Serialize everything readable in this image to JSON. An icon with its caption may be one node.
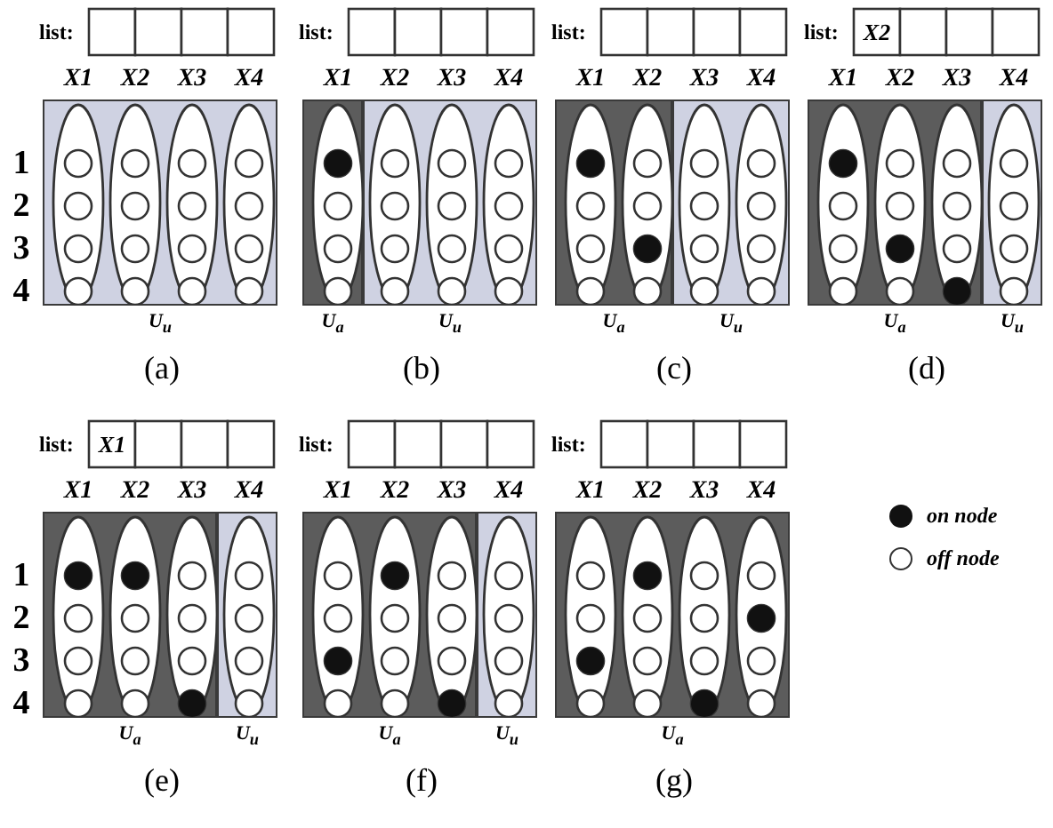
{
  "diagram": {
    "nodes": [
      {
        "text": [
          "U$_{u}$"
        ]
      },
      {
        "text": [
          "U$_{a}$"
        ]
      },
      {
        "text": [
          "U$_{u}$"
        ]
      },
      {
        "text": [],
        "shape": "dot",
        "in": 1
      },
      {
        "text": [
          "U$_{a}$"
        ]
      },
      {
        "text": [
          "U$_{u}$"
        ]
      },
      {
        "text": [],
        "shape": "dot",
        "in": 4
      },
      {
        "text": [],
        "shape": "dot",
        "in": 4
      },
      {
        "text": [
          "U$_{a}$"
        ]
      },
      {
        "text": [
          "U$_{u}$"
        ]
      },
      {
        "text": [],
        "shape": "dot",
        "in": 8
      },
      {
        "text": [],
        "shape": "dot",
        "in": 8
      },
      {
        "text": [],
        "shape": "dot",
        "in": 8
      },
      {
        "text": [
          "U$_{a}$"
        ]
      },
      {
        "text": [
          "U$_{u}$"
        ]
      },
      {
        "text": [],
        "shape": "dot",
        "in": 13
      },
      {
        "text": [],
        "shape": "dot",
        "in": 13
      },
      {
        "text": [],
        "shape": "dot",
        "in": 13
      },
      {
        "text": [
          "U$_{a}$"
        ]
      },
      {
        "text": [
          "U$_{u}$"
        ]
      },
      {
        "text": [],
        "shape": "dot",
        "in": 18
      },
      {
        "text": [],
        "shape": "dot",
        "in": 18
      },
      {
        "text": [],
        "shape": "dot",
        "in": 18
      },
      {
        "text": [
          "U$_{a}$"
        ]
      },
      {
        "text": [],
        "shape": "dot",
        "in": 23
      },
      {
        "text": [],
        "shape": "dot",
        "in": 23
      },
      {
        "text": [],
        "shape": "dot",
        "in": 23
      },
      {
        "text": [],
        "shape": "dot",
        "in": 23
      }
    ],
    "labels": [
      "list:",
      "X1",
      "X2",
      "X3",
      "X4",
      "1",
      "2",
      "3",
      "4",
      "(a)",
      "list:",
      "X1",
      "X2",
      "X3",
      "X4",
      "(b)",
      "list:",
      "X1",
      "X2",
      "X3",
      "X4",
      "(c)",
      "list:",
      "X2",
      "X1",
      "X2",
      "X3",
      "X4",
      "(d)",
      "list:",
      "X1",
      "X1",
      "X2",
      "X3",
      "X4",
      "1",
      "2",
      "3",
      "4",
      "(e)",
      "list:",
      "X1",
      "X2",
      "X3",
      "X4",
      "(f)",
      "list:",
      "X1",
      "X2",
      "X3",
      "X4",
      "(g)"
    ],
    "legend": [
      {
        "text": "on node"
      },
      {
        "text": "off node"
      }
    ]
  }
}
